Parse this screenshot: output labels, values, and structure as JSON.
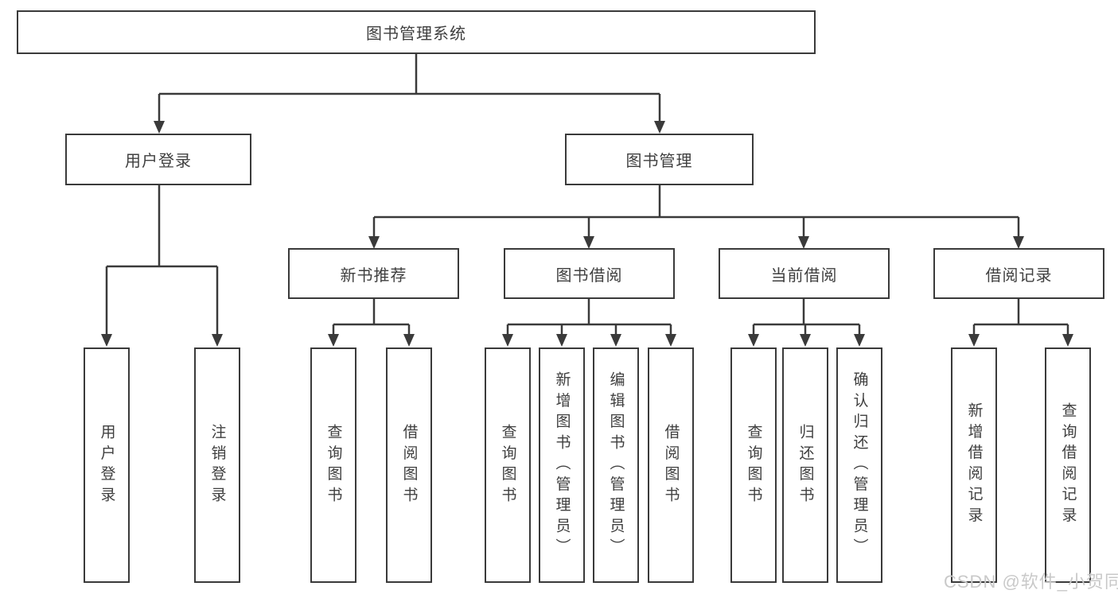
{
  "tree": {
    "root": "图书管理系统",
    "children": [
      {
        "label": "用户登录",
        "children": [
          "用户登录",
          "注销登录"
        ]
      },
      {
        "label": "图书管理",
        "children": [
          {
            "label": "新书推荐",
            "children": [
              "查询图书",
              "借阅图书"
            ]
          },
          {
            "label": "图书借阅",
            "children": [
              "查询图书",
              "新增图书（管理员）",
              "编辑图书（管理员）",
              "借阅图书"
            ]
          },
          {
            "label": "当前借阅",
            "children": [
              "查询图书",
              "归还图书",
              "确认归还（管理员）"
            ]
          },
          {
            "label": "借阅记录",
            "children": [
              "新增借阅记录",
              "查询借阅记录"
            ]
          }
        ]
      }
    ]
  },
  "watermark": {
    "text": "CSDN @软件_小贺同学"
  },
  "colors": {
    "line": "#3a3a3a",
    "box_border": "#3a3a3a",
    "box_fill": "#ffffff",
    "text": "#3f3f3f",
    "watermark": "#c9c9c9",
    "background": "#ffffff"
  }
}
